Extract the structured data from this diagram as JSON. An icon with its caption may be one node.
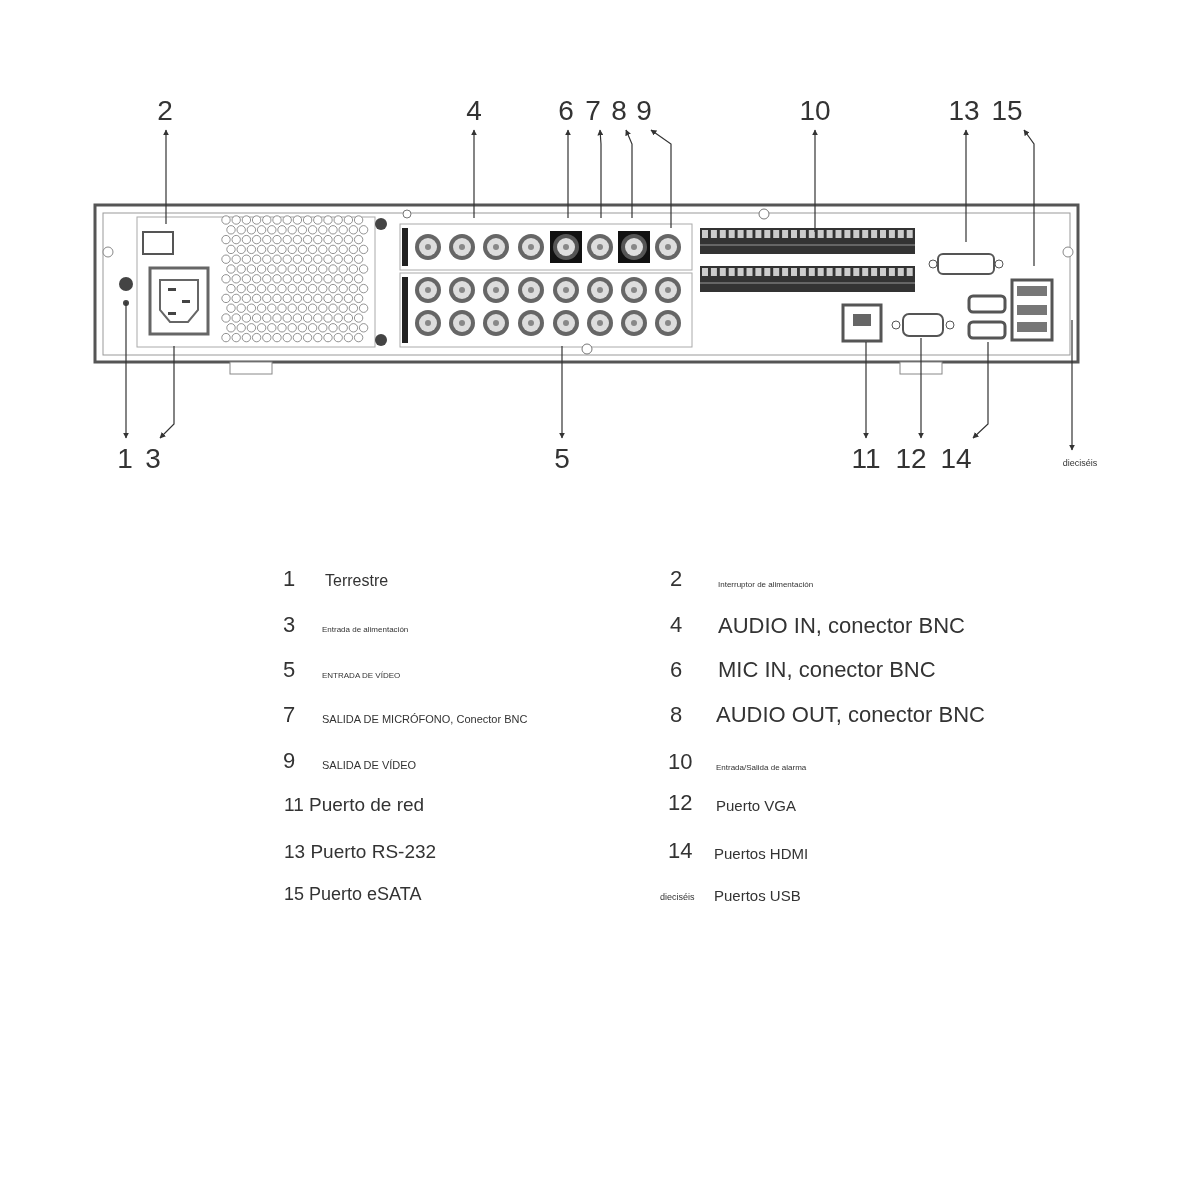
{
  "diagram": {
    "nodes": [
      {
        "text": [
          "1"
        ]
      },
      {
        "text": [
          "2"
        ]
      },
      {
        "text": [
          "3"
        ]
      },
      {
        "text": [
          "4"
        ]
      },
      {
        "text": [
          "5"
        ]
      },
      {
        "text": [
          "6"
        ]
      },
      {
        "text": [
          "7"
        ]
      },
      {
        "text": [
          "8"
        ]
      },
      {
        "text": [
          "9"
        ]
      },
      {
        "text": [
          "10"
        ]
      },
      {
        "text": [
          "11"
        ]
      },
      {
        "text": [
          "12"
        ]
      },
      {
        "text": [
          "13"
        ]
      },
      {
        "text": [
          "14"
        ]
      },
      {
        "text": [
          "15"
        ]
      },
      {
        "text": [
          "dieciséis"
        ]
      }
    ],
    "edges": [
      {
        "from": null,
        "to": 0,
        "arrow": "to"
      },
      {
        "from": null,
        "to": 1,
        "arrow": "to"
      },
      {
        "from": null,
        "to": 2,
        "arrow": "to"
      },
      {
        "from": null,
        "to": 3,
        "arrow": "to"
      },
      {
        "from": null,
        "to": 4,
        "arrow": "to"
      },
      {
        "from": null,
        "to": 5,
        "arrow": "to"
      },
      {
        "from": null,
        "to": 6,
        "arrow": "to"
      },
      {
        "from": null,
        "to": 7,
        "arrow": "to"
      },
      {
        "from": null,
        "to": 8,
        "arrow": "to"
      },
      {
        "from": null,
        "to": 9,
        "arrow": "to"
      },
      {
        "from": null,
        "to": 10,
        "arrow": "to"
      },
      {
        "from": null,
        "to": 11,
        "arrow": "to"
      },
      {
        "from": null,
        "to": 12,
        "arrow": "to"
      },
      {
        "from": null,
        "to": 13,
        "arrow": "to"
      },
      {
        "from": null,
        "to": 14,
        "arrow": "to"
      },
      {
        "from": null,
        "to": 15,
        "arrow": "to"
      }
    ],
    "labels": [
      "1",
      "Terrestre",
      "2",
      "Interruptor de alimentación",
      "3",
      "Entrada de alimentación",
      "4",
      "AUDIO IN, conector BNC",
      "5",
      "ENTRADA DE VÍDEO",
      "6",
      "MIC IN, conector BNC",
      "7",
      "SALIDA DE MICRÓFONO, Conector BNC",
      "8",
      "AUDIO OUT, conector BNC",
      "9",
      "SALIDA DE VÍDEO",
      "10",
      "Entrada/Salida de alarma",
      "11 Puerto de red",
      "12",
      "Puerto VGA",
      "13 Puerto RS-232",
      "14",
      "Puertos HDMI",
      "15 Puerto eSATA",
      "dieciséis",
      "Puertos USB"
    ]
  }
}
